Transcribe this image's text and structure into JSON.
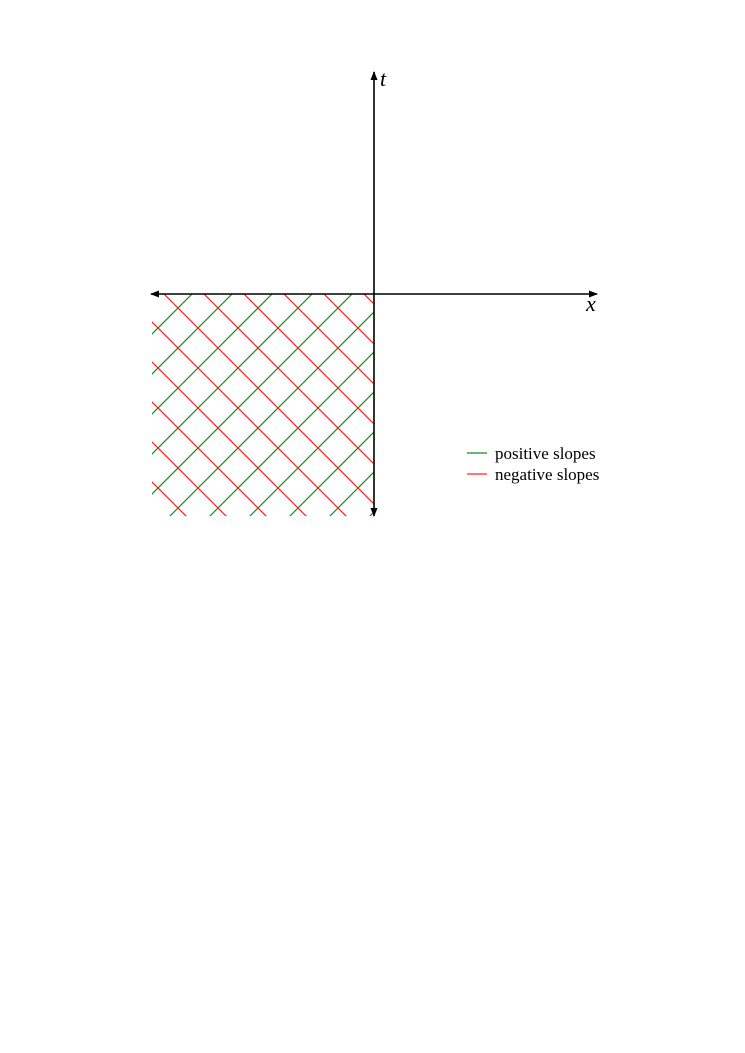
{
  "axes": {
    "x_label": "x",
    "t_label": "t"
  },
  "legend": {
    "items": [
      {
        "label": "positive slopes",
        "color": "#1a8a1a"
      },
      {
        "label": "negative slopes",
        "color": "#ff2020"
      }
    ]
  },
  "colors": {
    "axis": "#000000",
    "positive": "#1a8a1a",
    "negative": "#ff2020"
  }
}
